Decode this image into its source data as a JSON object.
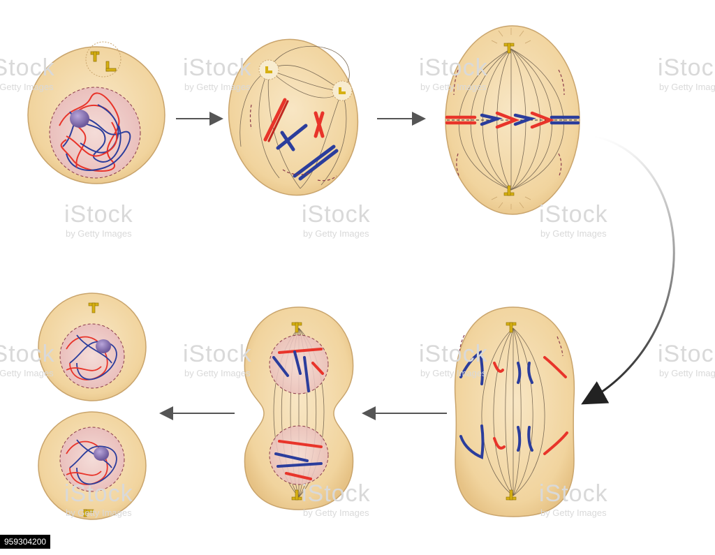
{
  "figure": {
    "stages": [
      {
        "id": "interphase"
      },
      {
        "id": "prophase"
      },
      {
        "id": "metaphase"
      },
      {
        "id": "anaphase"
      },
      {
        "id": "telophase"
      },
      {
        "id": "daughter-cells"
      }
    ]
  },
  "colors": {
    "cell_fill": "#f3d9a8",
    "cell_edge": "#c9a46c",
    "nucleus_fill": "#efc9c4",
    "red_chromatid": "#e8342a",
    "blue_chromatid": "#2b3d9c",
    "nucleolus": "#8f7ab8",
    "centrosome": "#d6b013",
    "spindle": "#7a6a55",
    "arrow": "#555555"
  },
  "watermark": {
    "brand": "iStock",
    "sub": "by Getty Images"
  },
  "stock_id": "959304200"
}
